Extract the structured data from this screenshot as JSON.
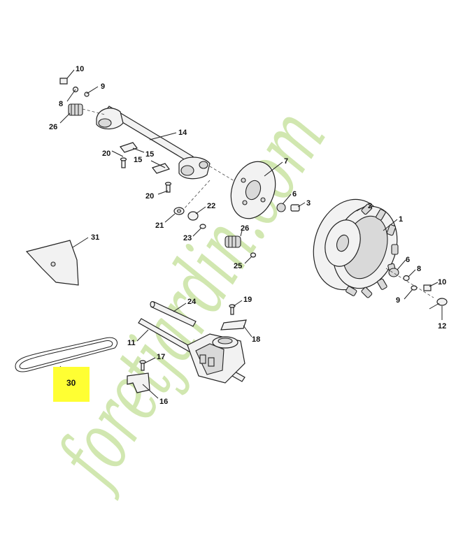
{
  "watermark": {
    "logo_text": "foretjardin.com",
    "color_light_green": "#c9e3a3",
    "color_orange": "#f2c27a",
    "color_grey": "#cfc8b8"
  },
  "highlight": {
    "part": "30",
    "color": "#ffff33"
  },
  "part_labels": {
    "p1": "1",
    "p2": "2",
    "p3": "3",
    "p6a": "6",
    "p6b": "6",
    "p7": "7",
    "p8a": "8",
    "p8b": "8",
    "p9a": "9",
    "p9b": "9",
    "p10a": "10",
    "p10b": "10",
    "p11": "11",
    "p12": "12",
    "p14": "14",
    "p15a": "15",
    "p15b": "15",
    "p16": "16",
    "p17": "17",
    "p18": "18",
    "p19": "19",
    "p20a": "20",
    "p20b": "20",
    "p21": "21",
    "p22": "22",
    "p23": "23",
    "p24": "24",
    "p25": "25",
    "p26a": "26",
    "p26b": "26",
    "p30": "30",
    "p31": "31"
  }
}
